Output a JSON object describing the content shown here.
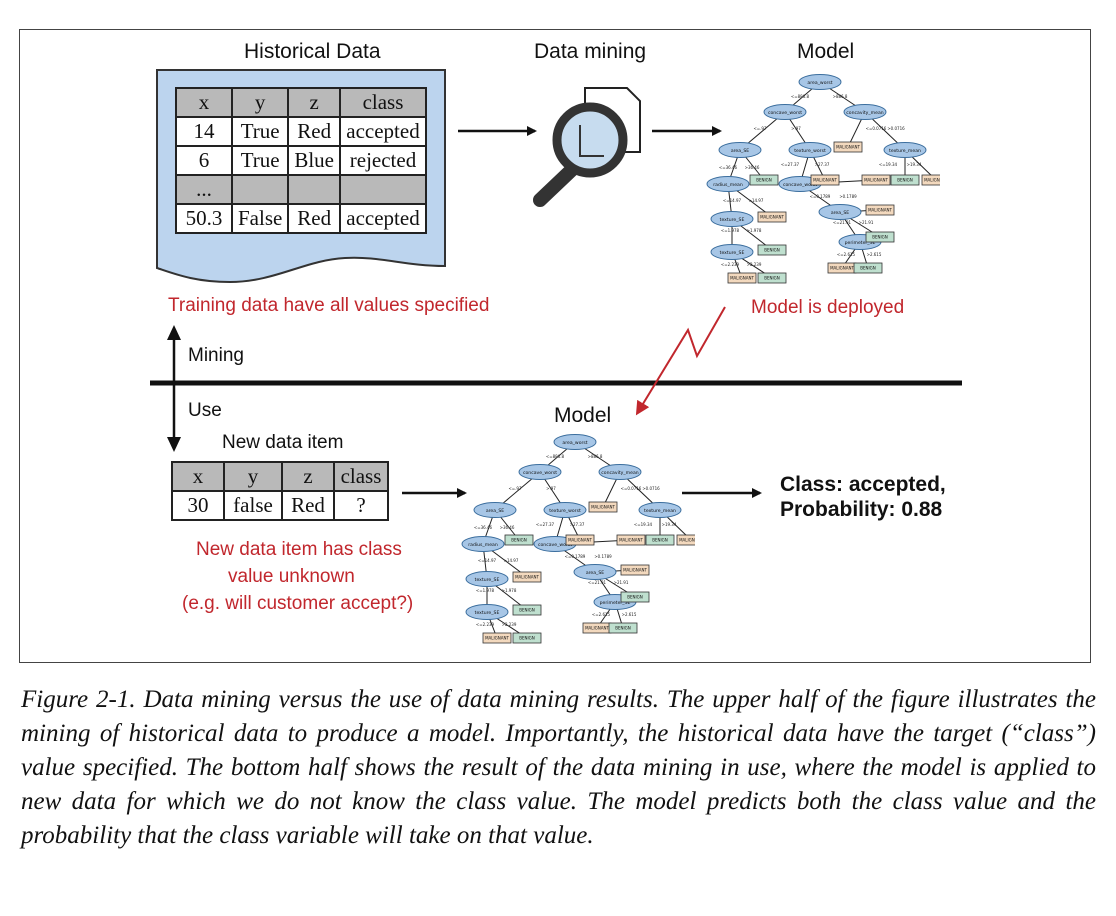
{
  "figure": {
    "historical_title": "Historical Data",
    "mining_title": "Data mining",
    "model_title_top": "Model",
    "model_title_bottom": "Model",
    "training_note": "Training data have all values specified",
    "deployed_note": "Model is deployed",
    "mining_label": "Mining",
    "use_label": "Use",
    "new_item_title": "New data item",
    "new_item_note": [
      "New data item has class",
      "value unknown",
      "(e.g. will customer accept?)"
    ],
    "result_line1": "Class: accepted,",
    "result_line2": "Probability: 0.88"
  },
  "historical_table": {
    "headers": [
      "x",
      "y",
      "z",
      "class"
    ],
    "rows": [
      [
        "14",
        "True",
        "Red",
        "accepted"
      ],
      [
        "6",
        "True",
        "Blue",
        "rejected"
      ],
      [
        "...",
        "",
        "",
        ""
      ],
      [
        "50.3",
        "False",
        "Red",
        "accepted"
      ]
    ]
  },
  "new_table": {
    "headers": [
      "x",
      "y",
      "z",
      "class"
    ],
    "row": [
      "30",
      "false",
      "Red",
      "?"
    ]
  },
  "tree": {
    "nodes": [
      "area_worst",
      "concave_worst",
      "concavity_mean",
      "area_SE",
      "texture_worst",
      "texture_mean",
      "radius_mean",
      "concave_worst",
      "area_SE",
      "texture_SE",
      "perimeter_SE",
      "texture_SE"
    ],
    "edge_labels": [
      "<=886.8",
      ">886.8",
      "<=.97",
      ">.97",
      "<=0.0716",
      ">0.0716",
      "<=36.46",
      ">36.46",
      "<=27.37",
      ">27.37",
      "<=19.34",
      ">19.34",
      "<=14.97",
      ">14.97",
      "<=0.1789",
      ">0.1789",
      "<=1.978",
      ">1.978",
      "<=21.91",
      ">21.91",
      "<=2.239",
      ">2.239",
      "<=2.615",
      ">2.615"
    ],
    "leaves": [
      "MALIGNANT",
      "BENIGN"
    ]
  },
  "caption": "Figure 2-1. Data mining versus the use of data mining results. The upper half of the figure illustrates the mining of historical data to produce a model. Importantly, the historical data have the target (“class”) value specified. The bottom half shows the result of the data mining in use, where the model is applied to new data for which we do not know the class value. The model predicts both the class value and the probability that the class variable will take on that value.",
  "colors": {
    "doc_blue": "#bcd4ee",
    "node_blue": "#a7c6e6",
    "leaf_malignant": "#f3d9be",
    "leaf_benign": "#bfe0cf",
    "red": "#c1272d",
    "table_gray": "#b9b9b9"
  }
}
